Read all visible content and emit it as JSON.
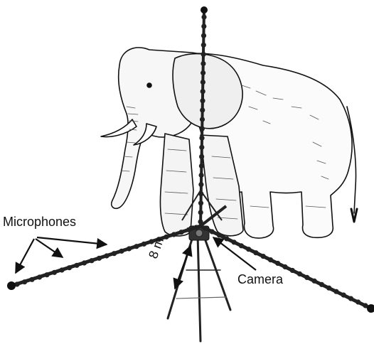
{
  "labels": {
    "microphones": "Microphones",
    "camera": "Camera",
    "distance": "8 m"
  },
  "illustration": {
    "subject": "elephant-illustration",
    "array": "tetrahedral-microphone-array",
    "stand": "camera-tripod"
  },
  "colors": {
    "ink": "#111111",
    "background": "#ffffff"
  }
}
